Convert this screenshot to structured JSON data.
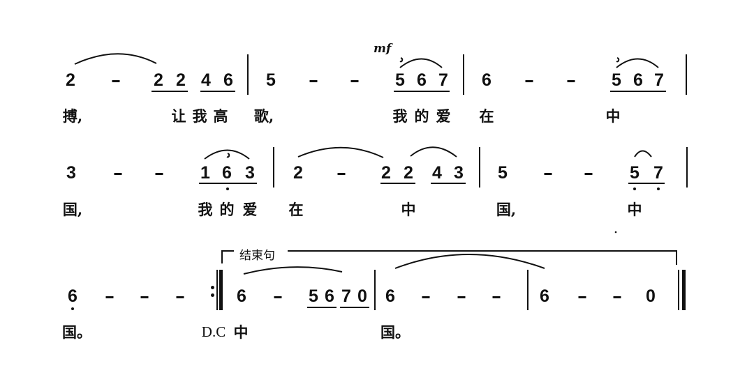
{
  "dynamics": {
    "mark": "mf"
  },
  "coda": {
    "bracket_label": "结束句",
    "dc_label": "D.C"
  },
  "rows": [
    {
      "measures": [
        {
          "notes": [
            "2",
            "-",
            "2",
            "2",
            "4",
            "6"
          ]
        },
        {
          "notes": [
            "5",
            "-",
            "-",
            "5",
            "6",
            "7"
          ]
        },
        {
          "notes": [
            "6",
            "-",
            "-",
            "5",
            "6",
            "7"
          ]
        }
      ],
      "lyrics": [
        "搏,",
        "让",
        "我",
        "高",
        "歌,",
        "我",
        "的",
        "爱",
        "在",
        "中"
      ]
    },
    {
      "measures": [
        {
          "notes": [
            "3",
            "-",
            "-",
            "1",
            "6",
            "3"
          ]
        },
        {
          "notes": [
            "2",
            "-",
            "2",
            "2",
            "4",
            "3"
          ]
        },
        {
          "notes": [
            "5",
            "-",
            "-",
            "5",
            "7"
          ]
        }
      ],
      "lyrics": [
        "国,",
        "我",
        "的",
        "爱",
        "在",
        "中",
        "国,",
        "中"
      ]
    },
    {
      "measures": [
        {
          "notes": [
            "6",
            "-",
            "-",
            "-"
          ]
        },
        {
          "notes": [
            "6",
            "-",
            "5",
            "6",
            "7",
            "0"
          ]
        },
        {
          "notes": [
            "6",
            "-",
            "-",
            "-"
          ]
        },
        {
          "notes": [
            "6",
            "-",
            "-",
            "0"
          ]
        }
      ],
      "lyrics": [
        "国。",
        "中",
        "国。"
      ]
    }
  ]
}
